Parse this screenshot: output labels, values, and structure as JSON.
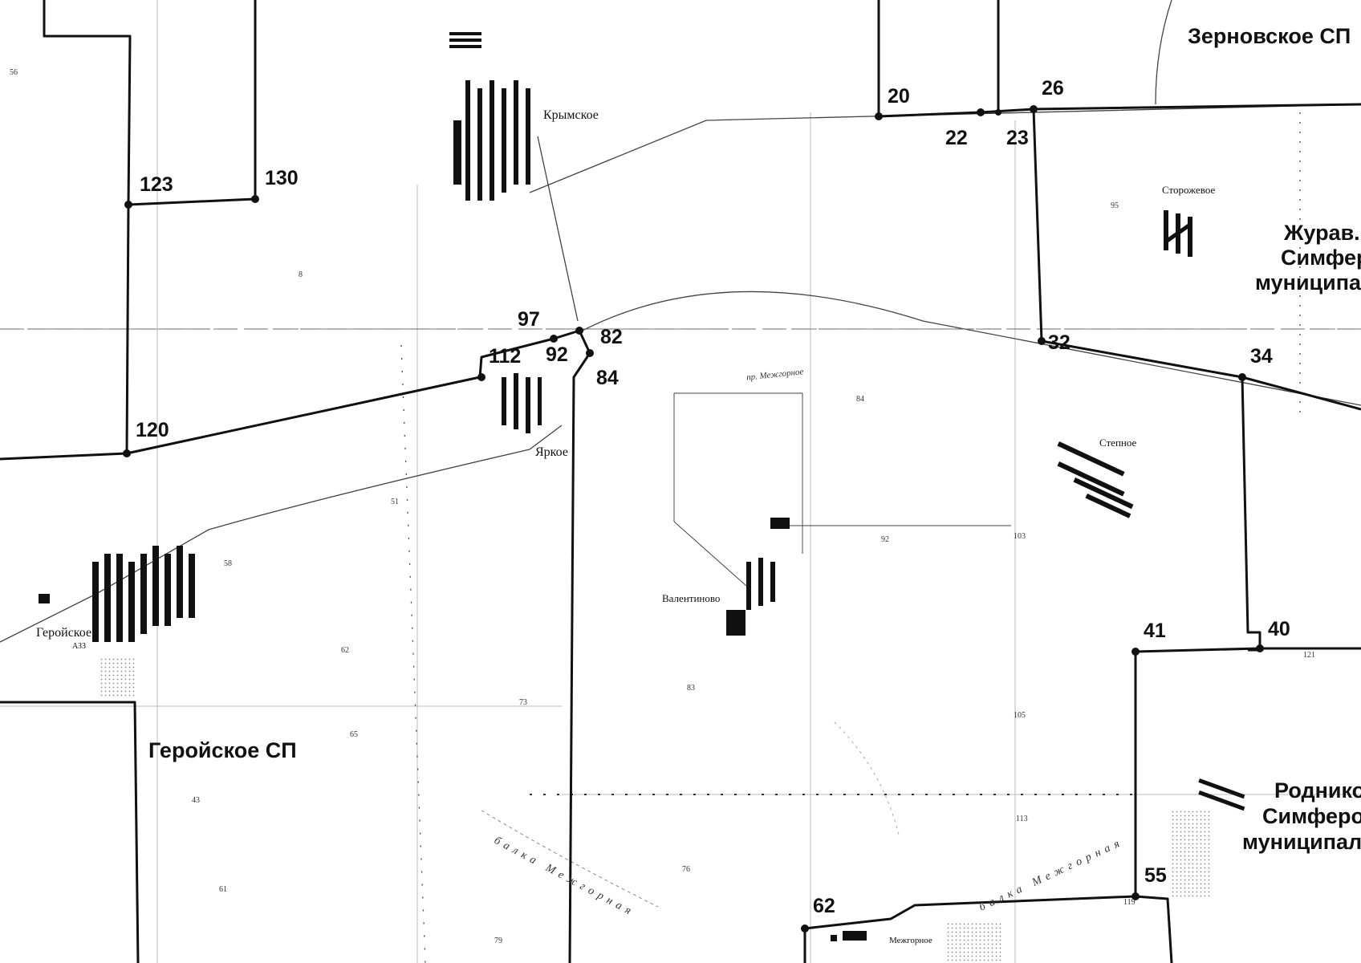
{
  "points": [
    {
      "id": "p20",
      "label": "20"
    },
    {
      "id": "p22",
      "label": "22"
    },
    {
      "id": "p23",
      "label": "23"
    },
    {
      "id": "p26",
      "label": "26"
    },
    {
      "id": "p32",
      "label": "32"
    },
    {
      "id": "p34",
      "label": "34"
    },
    {
      "id": "p40",
      "label": "40"
    },
    {
      "id": "p41",
      "label": "41"
    },
    {
      "id": "p55",
      "label": "55"
    },
    {
      "id": "p62",
      "label": "62"
    },
    {
      "id": "p82",
      "label": "82"
    },
    {
      "id": "p84",
      "label": "84"
    },
    {
      "id": "p92",
      "label": "92"
    },
    {
      "id": "p97",
      "label": "97"
    },
    {
      "id": "p112",
      "label": "112"
    },
    {
      "id": "p120",
      "label": "120"
    },
    {
      "id": "p123",
      "label": "123"
    },
    {
      "id": "p130",
      "label": "130"
    }
  ],
  "regions": {
    "zernovskoe": "Зерновское СП",
    "geroiskoe": "Геройское СП",
    "zhurav_line1": "Журав.",
    "zhurav_line2": "Симфер",
    "zhurav_line3": "муниципа",
    "rodnik_line1": "Роднико",
    "rodnik_line2": "Симферо",
    "rodnik_line3": "муниципал"
  },
  "villages": {
    "krymskoe": "Крымское",
    "yarkoe": "Яркое",
    "geroiskoe": "Геройское",
    "stepnoe": "Степное",
    "storozhevoe": "Сторожевое",
    "valentinovo": "Валентиново",
    "mezhgornoe": "Межгорное"
  },
  "map_text": {
    "balka": "балка Межгорная",
    "balka_east": "балка Межгорная",
    "ditch": "пр. Межгорное",
    "geroiskoe_sub": "АЗЗ"
  },
  "grid_numbers": [
    "56",
    "8",
    "51",
    "58",
    "62",
    "65",
    "43",
    "61",
    "73",
    "79",
    "76",
    "83",
    "84",
    "92",
    "103",
    "105",
    "113",
    "95",
    "121",
    "119"
  ],
  "colors": {
    "boundary": "#111111",
    "line": "#555555",
    "background": "#ffffff"
  }
}
